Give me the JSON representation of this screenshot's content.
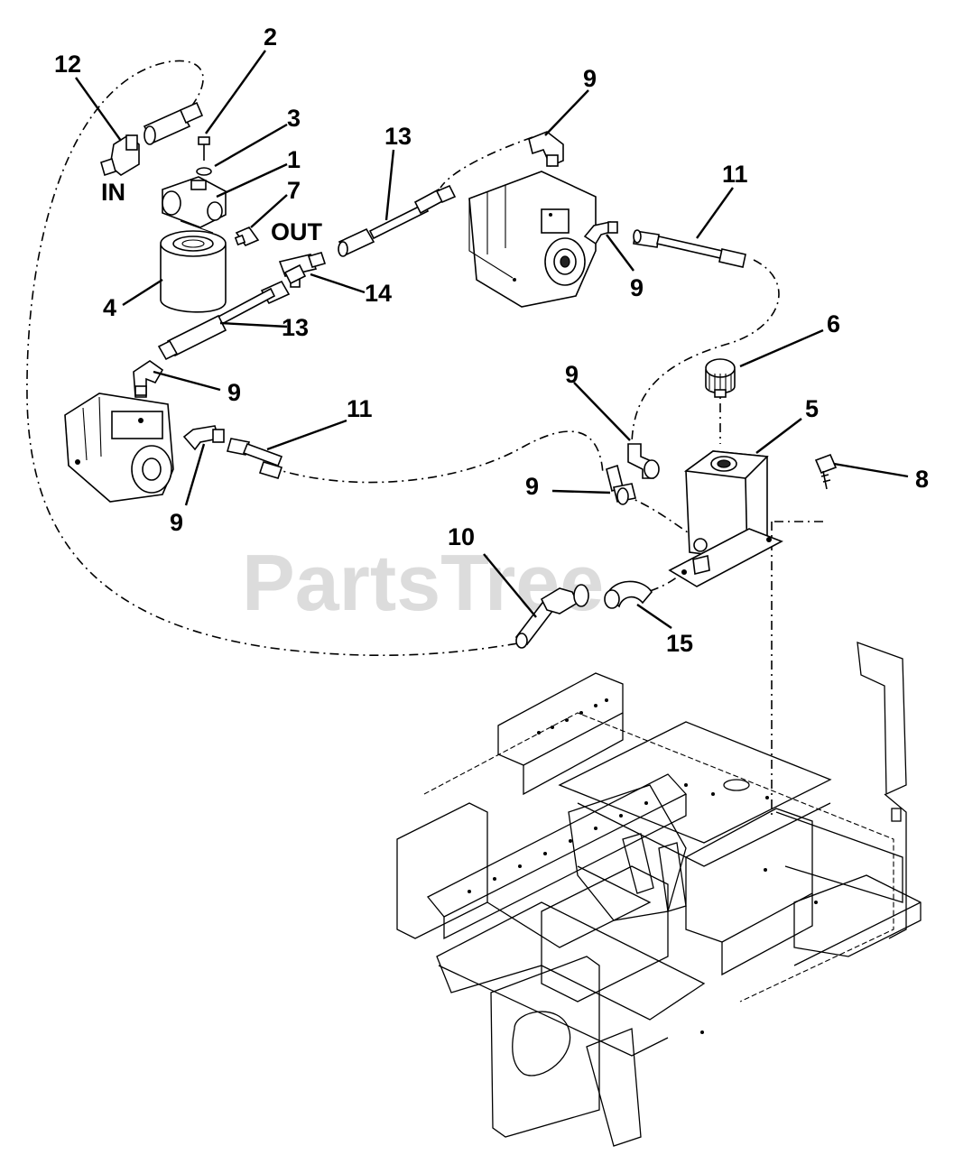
{
  "watermark": "PartsTree",
  "labels": {
    "inlet": "IN",
    "outlet": "OUT"
  },
  "callouts": {
    "c1": "1",
    "c2": "2",
    "c3": "3",
    "c4": "4",
    "c5": "5",
    "c6": "6",
    "c7": "7",
    "c8": "8",
    "c9a": "9",
    "c9b": "9",
    "c9c": "9",
    "c9d": "9",
    "c9e": "9",
    "c9f": "9",
    "c10": "10",
    "c11a": "11",
    "c11b": "11",
    "c12": "12",
    "c13a": "13",
    "c13b": "13",
    "c14": "14",
    "c15": "15"
  }
}
